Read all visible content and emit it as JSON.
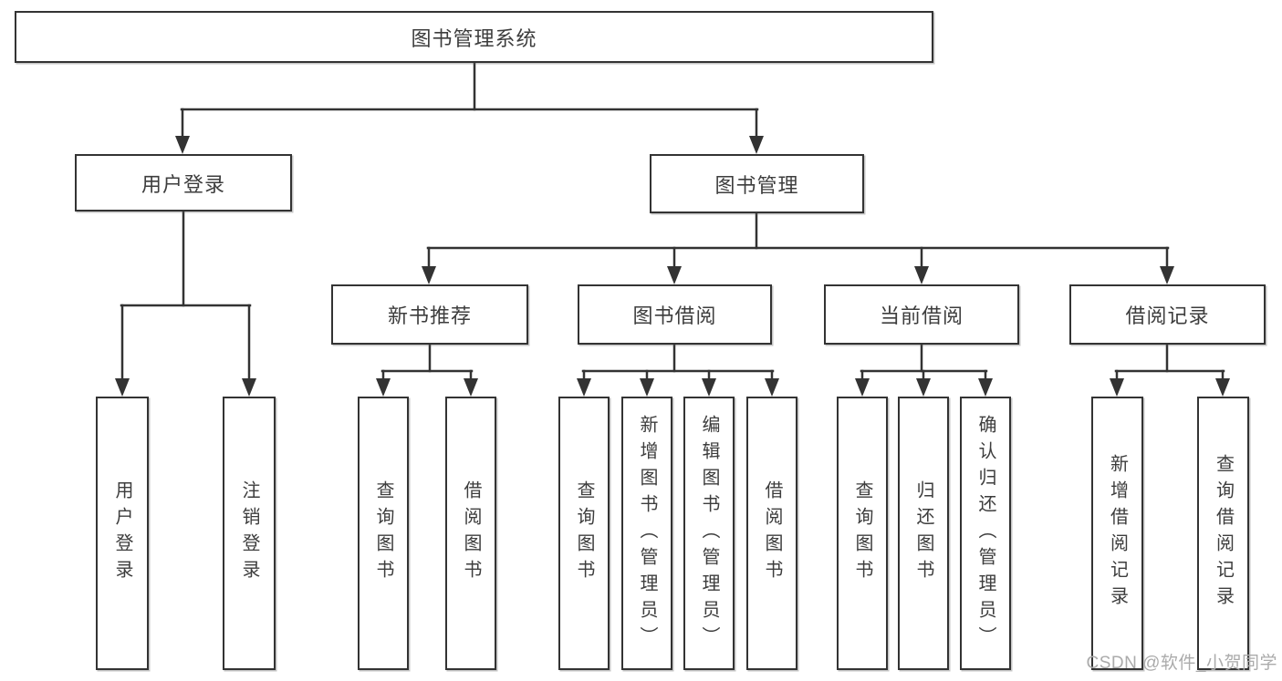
{
  "diagram": {
    "root": {
      "label": "图书管理系统"
    },
    "branches": [
      {
        "label": "用户登录",
        "children": [
          {
            "label": "用户登录"
          },
          {
            "label": "注销登录"
          }
        ]
      },
      {
        "label": "图书管理",
        "children": [
          {
            "label": "新书推荐",
            "children": [
              {
                "label": "查询图书"
              },
              {
                "label": "借阅图书"
              }
            ]
          },
          {
            "label": "图书借阅",
            "children": [
              {
                "label": "查询图书"
              },
              {
                "label": "新增图书（管理员）"
              },
              {
                "label": "编辑图书（管理员）"
              },
              {
                "label": "借阅图书"
              }
            ]
          },
          {
            "label": "当前借阅",
            "children": [
              {
                "label": "查询图书"
              },
              {
                "label": "归还图书"
              },
              {
                "label": "确认归还（管理员）"
              }
            ]
          },
          {
            "label": "借阅记录",
            "children": [
              {
                "label": "新增借阅记录"
              },
              {
                "label": "查询借阅记录"
              }
            ]
          }
        ]
      }
    ]
  },
  "watermark": {
    "text": "CSDN @软件_小贺同学"
  },
  "colors": {
    "background": "#ffffff",
    "box_fill": "#ffffff",
    "box_border": "#333333",
    "line": "#333333",
    "text": "#3d3d3d",
    "watermark": "#ababab"
  }
}
